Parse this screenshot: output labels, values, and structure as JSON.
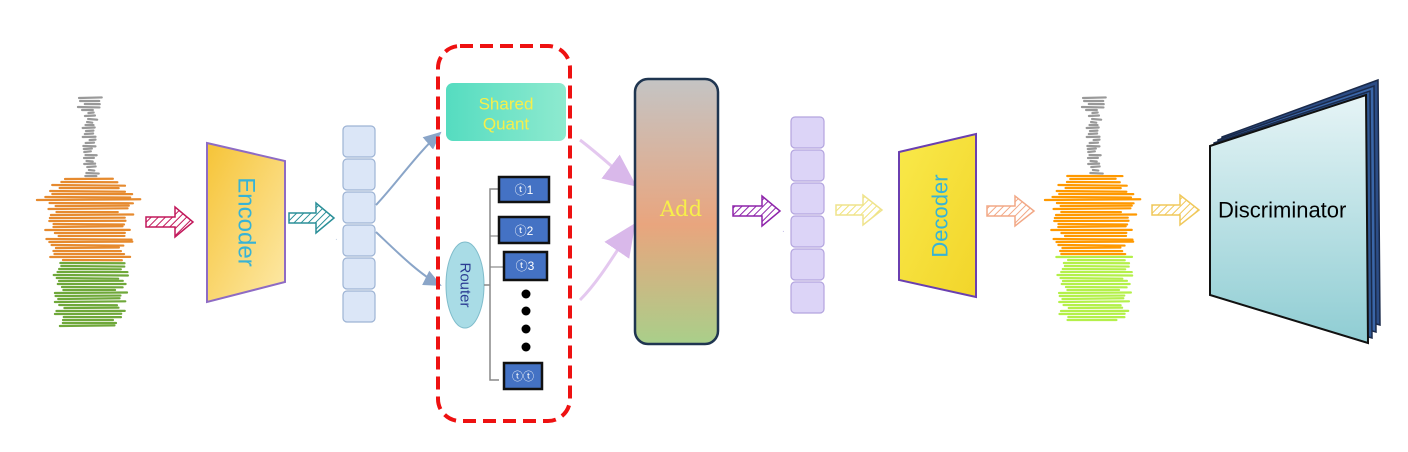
{
  "labels": {
    "encoder": "Encoder",
    "shared_quant": [
      "Shared",
      "Quant"
    ],
    "router": "Router",
    "experts": [
      "ⓣ1",
      "ⓣ2",
      "ⓣ3",
      "ⓣⓣ"
    ],
    "add": "Add",
    "decoder": "Decoder",
    "discriminator": "Discriminator"
  },
  "colors": {
    "moe_border": "#ee1111",
    "expert_fill": "#4472c4",
    "latent_blue": "#dbe6f7",
    "latent_purple": "#dcd4f7",
    "encoder_fill": "#fcd34d",
    "decoder_fill": "#f5e028",
    "shared_quant": "#5de3c3",
    "router": "#a9dce6",
    "disc_face": "#a6d6dc",
    "wave_gray": "#999999",
    "wave_orange": "#e68a2e",
    "wave_green": "#6fa83a",
    "wave_out_orange": "#ff9900",
    "wave_out_green": "#b4f04a"
  }
}
